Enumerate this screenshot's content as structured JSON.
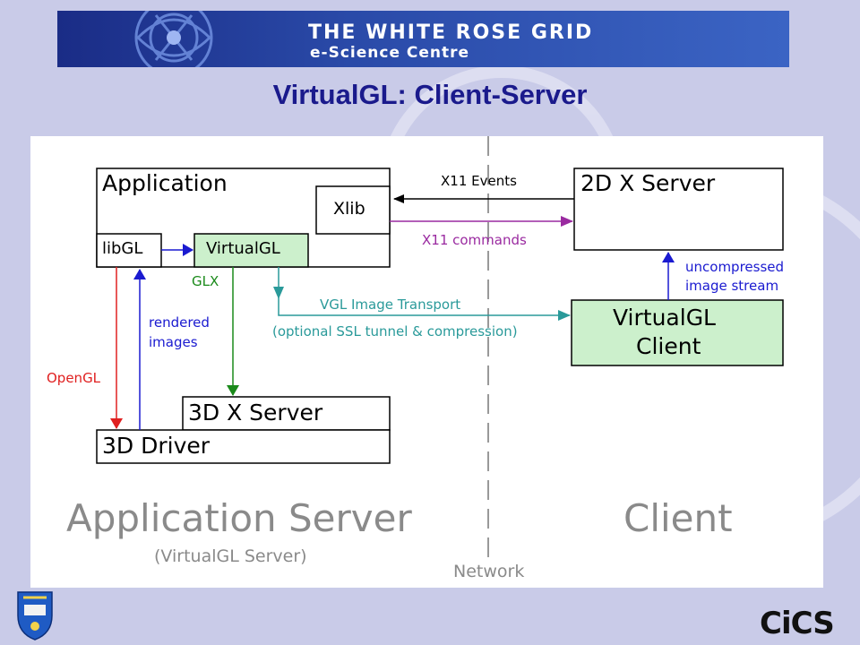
{
  "banner": {
    "title": "THE WHITE ROSE GRID",
    "subtitle": "e-Science Centre"
  },
  "slide_title": "VirtualGL: Client-Server",
  "diagram": {
    "boxes": {
      "application": "Application",
      "xlib": "Xlib",
      "libgl": "libGL",
      "virtualgl": "VirtualGL",
      "x_server_3d": "3D X Server",
      "driver_3d": "3D Driver",
      "x_server_2d": "2D X Server",
      "virtualgl_client_line1": "VirtualGL",
      "virtualgl_client_line2": "Client"
    },
    "edge_labels": {
      "x11_events": "X11 Events",
      "x11_commands": "X11 commands",
      "glx": "GLX",
      "opengl": "OpenGL",
      "rendered_line1": "rendered",
      "rendered_line2": "images",
      "vgl_transport": "VGL Image Transport",
      "vgl_transport_note": "(optional SSL tunnel & compression)",
      "uncompressed_line1": "uncompressed",
      "uncompressed_line2": "image stream"
    },
    "regions": {
      "server": "Application Server",
      "server_sub": "(VirtualGL Server)",
      "client": "Client",
      "network": "Network"
    },
    "colors": {
      "opengl_arrow": "#e02020",
      "blue_arrow": "#1a1ad0",
      "glx_arrow": "#1a8a1a",
      "purple_arrow": "#9a2aa0",
      "teal_arrow": "#2a9a9a",
      "green_fill": "#ccf0cc"
    }
  },
  "footer": {
    "right_logo": "CiCS"
  }
}
